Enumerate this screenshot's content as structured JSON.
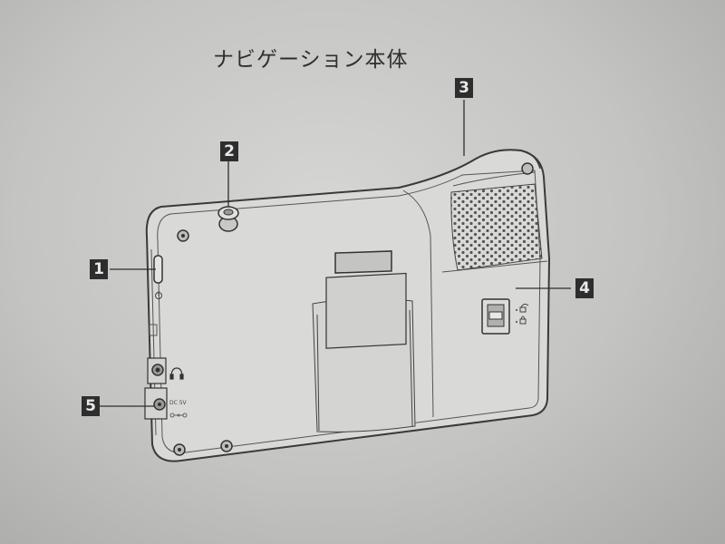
{
  "page": {
    "title": "ナビゲーション本体"
  },
  "callouts": [
    {
      "number": "1"
    },
    {
      "number": "2"
    },
    {
      "number": "3"
    },
    {
      "number": "4"
    },
    {
      "number": "5"
    }
  ],
  "device_markings": {
    "dc_label": "DC 5V"
  },
  "icons": [
    "power-icon",
    "headphone-icon",
    "lock-open-icon",
    "lock-closed-icon",
    "dc-polarity-icon"
  ],
  "colors": {
    "paper": "#cfcfcd",
    "ink": "#2e2e2e",
    "line": "#3a3a3a"
  }
}
